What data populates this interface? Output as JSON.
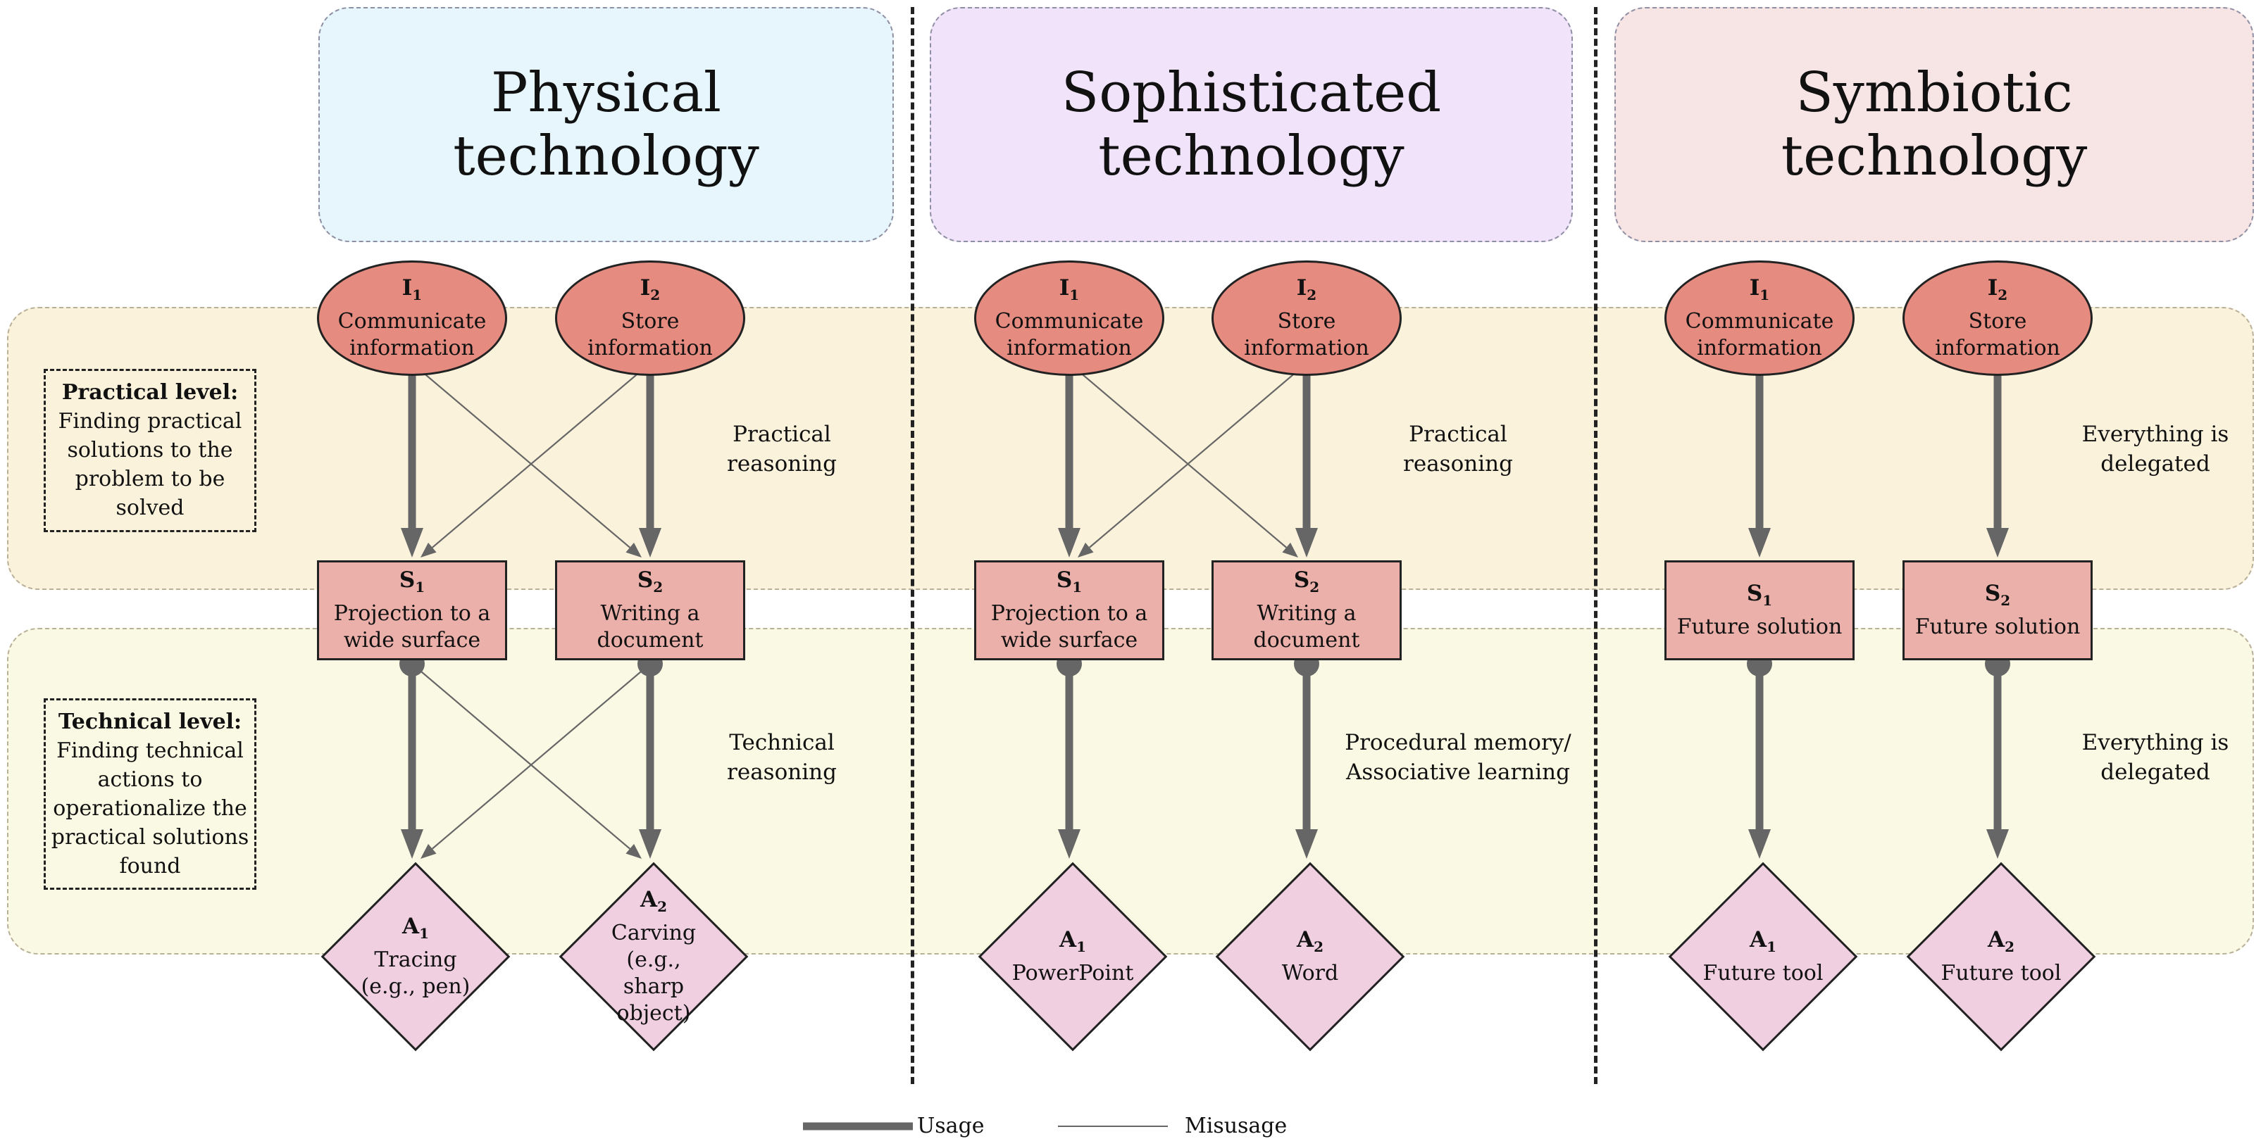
{
  "headers": {
    "physical": "Physical\ntechnology",
    "sophisticated": "Sophisticated\ntechnology",
    "symbiotic": "Symbiotic\ntechnology"
  },
  "levels": {
    "practical": {
      "title": "Practical level:",
      "text": "Finding practical solutions to the problem to be solved"
    },
    "technical": {
      "title": "Technical level:",
      "text": "Finding technical actions to operationalize the practical solutions found"
    }
  },
  "columns": {
    "physical": {
      "i1": {
        "sym": "I",
        "sub": "1",
        "label": "Communicate information"
      },
      "i2": {
        "sym": "I",
        "sub": "2",
        "label": "Store information"
      },
      "s1": {
        "sym": "S",
        "sub": "1",
        "label": "Projection to a wide surface"
      },
      "s2": {
        "sym": "S",
        "sub": "2",
        "label": "Writing a document"
      },
      "a1": {
        "sym": "A",
        "sub": "1",
        "label": "Tracing (e.g., pen)"
      },
      "a2": {
        "sym": "A",
        "sub": "2",
        "label": "Carving (e.g., sharp object)"
      },
      "practical_note": "Practical\nreasoning",
      "technical_note": "Technical\nreasoning"
    },
    "sophisticated": {
      "i1": {
        "sym": "I",
        "sub": "1",
        "label": "Communicate information"
      },
      "i2": {
        "sym": "I",
        "sub": "2",
        "label": "Store information"
      },
      "s1": {
        "sym": "S",
        "sub": "1",
        "label": "Projection to a wide surface"
      },
      "s2": {
        "sym": "S",
        "sub": "2",
        "label": "Writing a document"
      },
      "a1": {
        "sym": "A",
        "sub": "1",
        "label": "PowerPoint"
      },
      "a2": {
        "sym": "A",
        "sub": "2",
        "label": "Word"
      },
      "practical_note": "Practical\nreasoning",
      "technical_note": "Procedural memory/\nAssociative learning"
    },
    "symbiotic": {
      "i1": {
        "sym": "I",
        "sub": "1",
        "label": "Communicate information"
      },
      "i2": {
        "sym": "I",
        "sub": "2",
        "label": "Store information"
      },
      "s1": {
        "sym": "S",
        "sub": "1",
        "label": "Future solution"
      },
      "s2": {
        "sym": "S",
        "sub": "2",
        "label": "Future solution"
      },
      "a1": {
        "sym": "A",
        "sub": "1",
        "label": "Future tool"
      },
      "a2": {
        "sym": "A",
        "sub": "2",
        "label": "Future tool"
      },
      "practical_note": "Everything is\ndelegated",
      "technical_note": "Everything is\ndelegated"
    }
  },
  "legend": {
    "usage": "Usage",
    "misusage": "Misusage"
  },
  "colors": {
    "intention": "#e58b80",
    "solution": "#ecb0aa",
    "action": "#efcfe0",
    "arrow": "#666666"
  }
}
